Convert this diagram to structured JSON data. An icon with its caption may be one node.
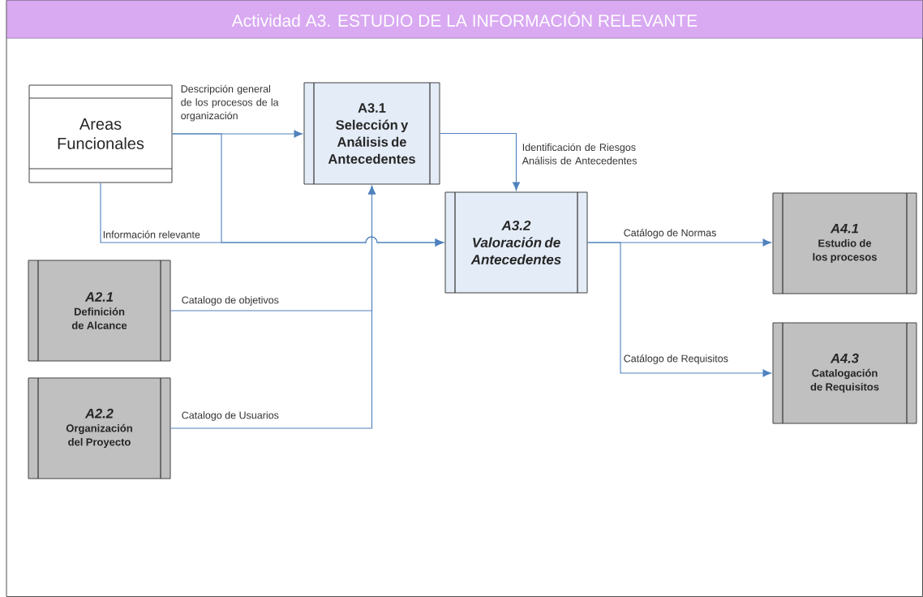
{
  "diagram": {
    "title": "Actividad A3. ESTUDIO DE LA INFORMACIÓN RELEVANTE",
    "nodes": [
      {
        "text": [
          "Areas Funcionales"
        ]
      },
      {
        "text": [
          "A3.1",
          "Selección y Análisis de Antecedentes"
        ]
      },
      {
        "text": [
          "A3.2",
          "Valoración de Antecedentes"
        ]
      },
      {
        "text": [
          "A2.1",
          "Definición de Alcance"
        ]
      },
      {
        "text": [
          "A2.2",
          "Organización del Proyecto"
        ]
      },
      {
        "text": [
          "A4.1",
          "Estudio de los procesos"
        ]
      },
      {
        "text": [
          "A4.3",
          "Catalogación de Requisitos"
        ]
      }
    ],
    "edges": [
      {
        "from": 0,
        "to": 1,
        "arrow": "to",
        "label": "Descripción general de los procesos de la organización"
      },
      {
        "from": 0,
        "to": 2,
        "arrow": "to",
        "label": "Información relevante"
      },
      {
        "from": 0,
        "to": 2,
        "arrow": "to"
      },
      {
        "from": 1,
        "to": 2,
        "arrow": "to",
        "label": "Identificación de Riesgos Análisis de Antecedentes"
      },
      {
        "from": 3,
        "to": 1,
        "arrow": "to",
        "label": "Catalogo de objetivos"
      },
      {
        "from": 4,
        "to": 1,
        "arrow": "to",
        "label": "Catalogo de Usuarios"
      },
      {
        "from": 2,
        "to": 5,
        "arrow": "to",
        "label": "Catálogo de Normas"
      },
      {
        "from": 2,
        "to": 6,
        "arrow": "to",
        "label": "Catálogo de Requisitos"
      }
    ]
  }
}
